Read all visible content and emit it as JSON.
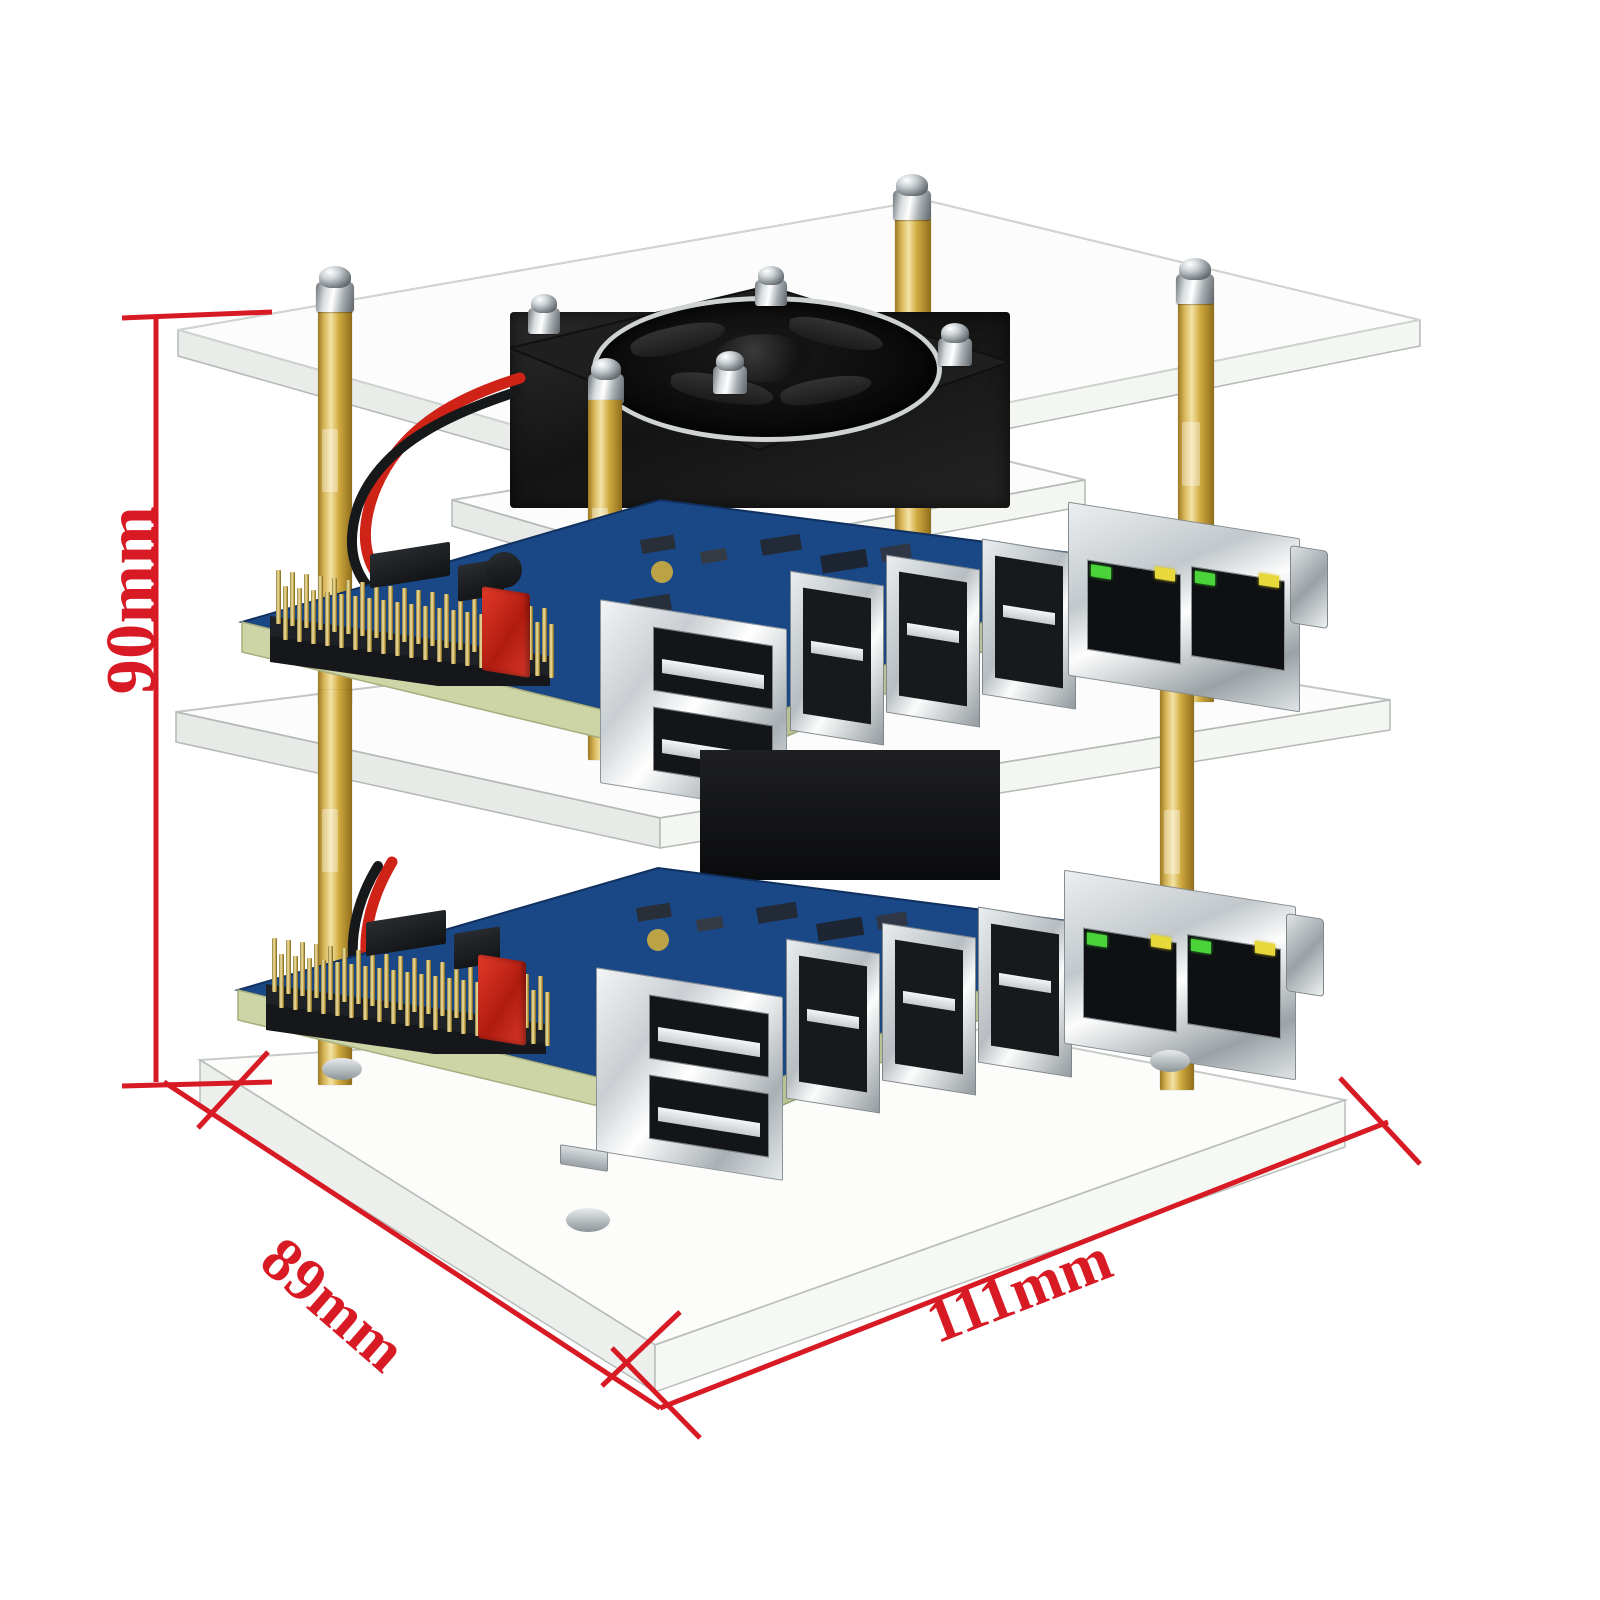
{
  "image": {
    "subject": "Stacked acrylic case enclosure for two single-board computers with cooling fan",
    "background_color": "#ffffff",
    "annotation_color": "#d81a25"
  },
  "dimensions": {
    "height": {
      "label": "90mm",
      "value": 90,
      "unit": "mm",
      "axis": "height",
      "orientation": "vertical-left",
      "rotation_deg": -90
    },
    "depth": {
      "label": "89mm",
      "value": 89,
      "unit": "mm",
      "axis": "depth",
      "orientation": "diagonal-bottom-left",
      "rotation_deg": 41
    },
    "width": {
      "label": "111mm",
      "value": 111,
      "unit": "mm",
      "axis": "width",
      "orientation": "diagonal-bottom-right",
      "rotation_deg": -21
    }
  },
  "components": {
    "top_plate": "clear-acrylic-top-plate",
    "fan_plate": "clear-acrylic-fan-plate",
    "middle_plate": "clear-acrylic-middle-plate",
    "base_plate": "clear-acrylic-base-plate",
    "fan": "cooling-fan",
    "standoff": "brass-hex-standoff",
    "cap_nut": "chrome-dome-cap-nut",
    "board_upper": "upper-single-board-computer",
    "board_lower": "lower-single-board-computer",
    "gpio_header": "gpio-pin-header",
    "jst_connector": "red-jst-power-connector",
    "fan_wire_red": "fan-wire-red",
    "fan_wire_black": "fan-wire-black",
    "usb_stack": "dual-stacked-usb-a-ports",
    "usb_row": "usb-port-row",
    "ethernet": "rj45-ethernet-jack",
    "usb_c": "usb-c-port",
    "micro_usb": "micro-usb-port",
    "led_green": "ethernet-link-led-green",
    "led_yellow": "ethernet-activity-led-yellow"
  },
  "colors": {
    "annotation_red": "#d81a25",
    "pcb_blue": "#17407d",
    "brass": "#cfa93f",
    "chrome": "#cdd3d6",
    "fan_black": "#141414",
    "jst_red": "#c72a1b",
    "pcb_edge": "#c9d0a2"
  }
}
